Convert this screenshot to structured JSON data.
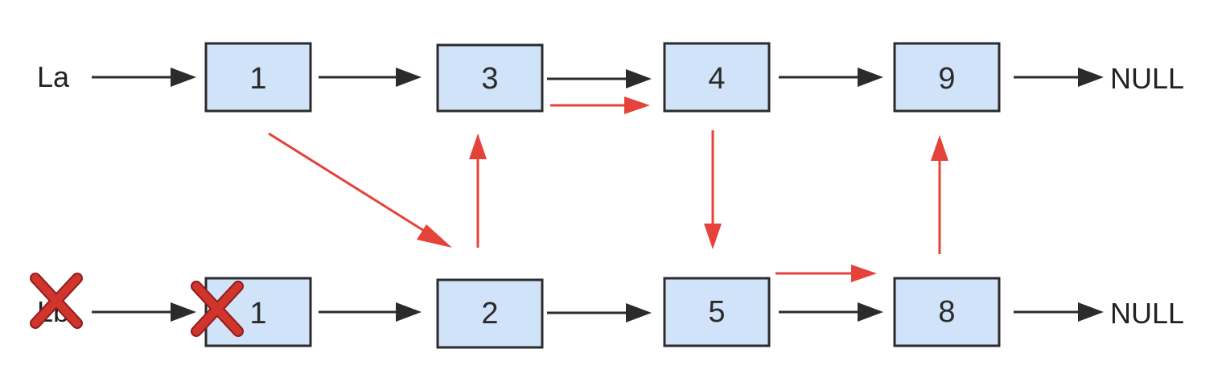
{
  "colors": {
    "node_fill": "#d0e3f8",
    "node_border": "#2b2b2b",
    "link_arrow": "#2b2b2b",
    "merge_arrow": "#e5433a",
    "cross_mark": "#d0342c"
  },
  "list_a": {
    "head_label": "La",
    "nodes": [
      "1",
      "3",
      "4",
      "9"
    ],
    "tail_label": "NULL"
  },
  "list_b": {
    "head_label": "Lb",
    "nodes": [
      "1",
      "2",
      "5",
      "8"
    ],
    "tail_label": "NULL",
    "crossed_out": [
      "head_label",
      "node_1"
    ]
  },
  "merge_path": [
    "La:1",
    "Lb:2",
    "La:3",
    "La:4",
    "Lb:5",
    "Lb:8",
    "La:9"
  ],
  "icons": [
    "cross-mark-icon"
  ]
}
